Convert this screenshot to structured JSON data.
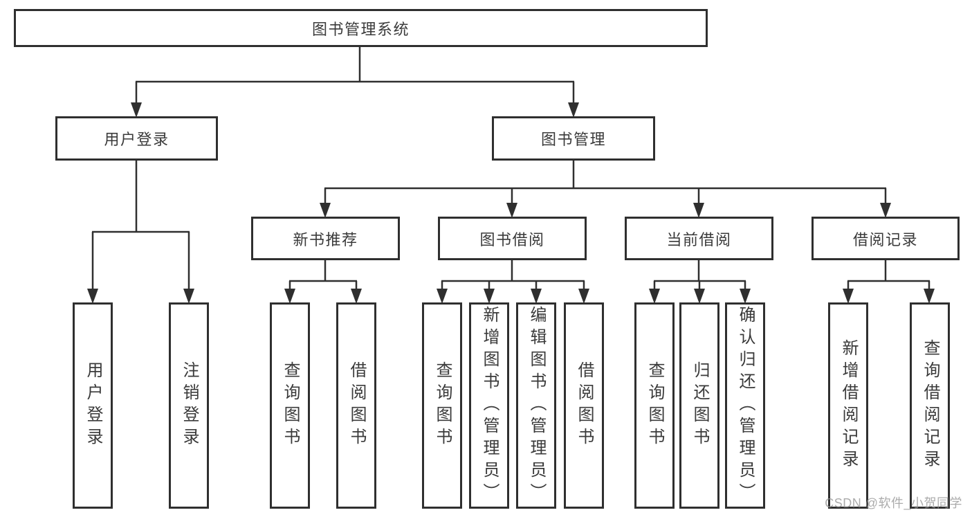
{
  "diagram": {
    "type": "tree",
    "root": {
      "label": "图书管理系统",
      "children": [
        {
          "label": "用户登录",
          "children": [
            {
              "label": "用户登录"
            },
            {
              "label": "注销登录"
            }
          ]
        },
        {
          "label": "图书管理",
          "children": [
            {
              "label": "新书推荐",
              "children": [
                {
                  "label": "查询图书"
                },
                {
                  "label": "借阅图书"
                }
              ]
            },
            {
              "label": "图书借阅",
              "children": [
                {
                  "label": "查询图书"
                },
                {
                  "label": "新增图书（管理员）"
                },
                {
                  "label": "编辑图书（管理员）"
                },
                {
                  "label": "借阅图书"
                }
              ]
            },
            {
              "label": "当前借阅",
              "children": [
                {
                  "label": "查询图书"
                },
                {
                  "label": "归还图书"
                },
                {
                  "label": "确认归还（管理员）"
                }
              ]
            },
            {
              "label": "借阅记录",
              "children": [
                {
                  "label": "新增借阅记录"
                },
                {
                  "label": "查询借阅记录"
                }
              ]
            }
          ]
        }
      ]
    },
    "colors": {
      "line": "#2f2f2f",
      "box_border": "#2f2f2f",
      "box_background": "#ffffff",
      "text": "#3a3a3a",
      "watermark": "#9a9a9a"
    }
  },
  "watermark": "CSDN @软件_小贺同学"
}
